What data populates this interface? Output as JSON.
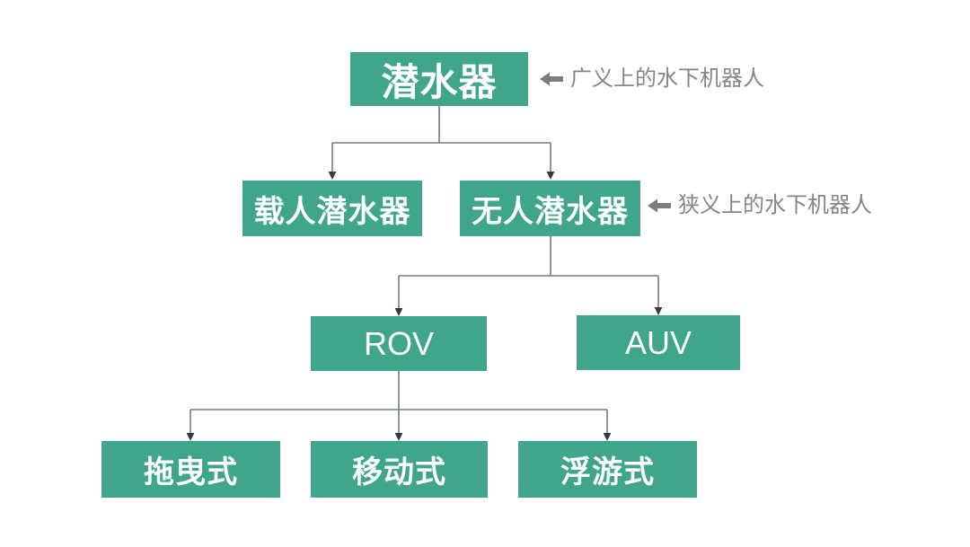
{
  "colors": {
    "background": "#FFFFFF",
    "node_fill": "#3FA68B",
    "node_text": "#FFFFFF",
    "connector_line": "#6F7F78",
    "connector_arrowhead": "#333C38",
    "annotation_text": "#868686",
    "annotation_arrow": "#7D7D7D"
  },
  "nodes": {
    "submersible": {
      "label": "潜水器"
    },
    "manned": {
      "label": "载人潜水器"
    },
    "unmanned": {
      "label": "无人潜水器"
    },
    "rov": {
      "label": "ROV"
    },
    "auv": {
      "label": "AUV"
    },
    "towed": {
      "label": "拖曳式"
    },
    "mobile": {
      "label": "移动式"
    },
    "floating": {
      "label": "浮游式"
    }
  },
  "annotations": {
    "broad": {
      "icon": "left-arrow",
      "text": "广义上的水下机器人",
      "points_to": "潜水器"
    },
    "narrow": {
      "icon": "left-arrow",
      "text": "狭义上的水下机器人",
      "points_to": "无人潜水器"
    }
  },
  "edges": [
    {
      "from": "潜水器",
      "to": "载人潜水器"
    },
    {
      "from": "潜水器",
      "to": "无人潜水器"
    },
    {
      "from": "无人潜水器",
      "to": "ROV"
    },
    {
      "from": "无人潜水器",
      "to": "AUV"
    },
    {
      "from": "ROV",
      "to": "拖曳式"
    },
    {
      "from": "ROV",
      "to": "移动式"
    },
    {
      "from": "ROV",
      "to": "浮游式"
    }
  ]
}
